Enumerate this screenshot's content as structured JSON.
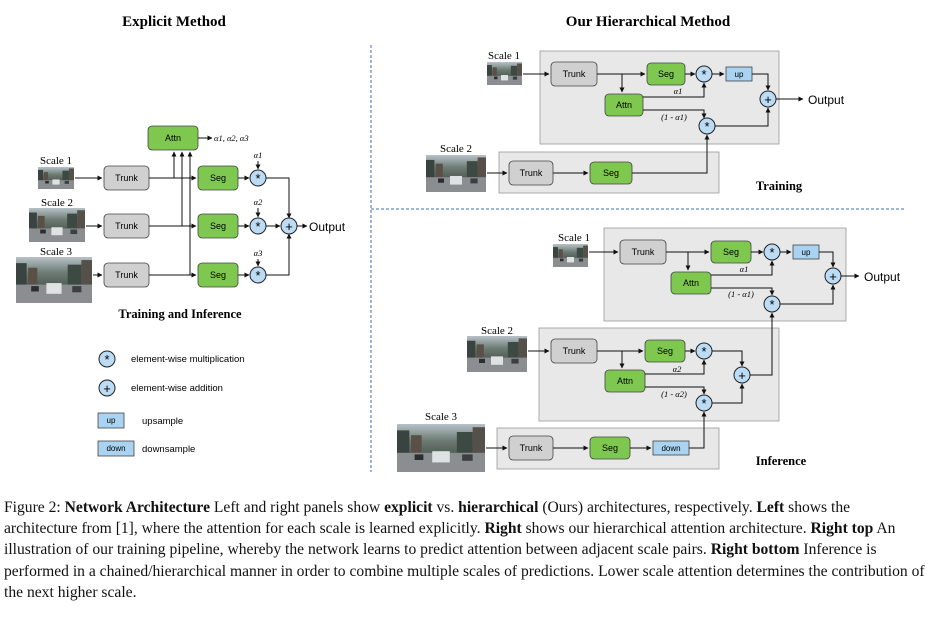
{
  "titles": {
    "left": "Explicit Method",
    "right": "Our Hierarchical Method",
    "left_sub": "Training and Inference",
    "right_top_sub": "Training",
    "right_bottom_sub": "Inference"
  },
  "scales": {
    "s1": "Scale 1",
    "s2": "Scale 2",
    "s3": "Scale 3"
  },
  "blocks": {
    "trunk": "Trunk",
    "seg": "Seg",
    "attn": "Attn",
    "up": "up",
    "down": "down"
  },
  "ops": {
    "mul": "*",
    "add": "+"
  },
  "output": "Output",
  "left_labels": {
    "attn_out": "α1, α2, α3",
    "a1": "α1",
    "a2": "α2",
    "a3": "α3"
  },
  "right_labels": {
    "a1": "α1",
    "one_minus_a1": "(1 - α1)",
    "a2": "α2",
    "one_minus_a2": "(1 - α2)"
  },
  "legend": {
    "mul": "element-wise multiplication",
    "add": "element-wise addition",
    "up": "upsample",
    "down": "downsample"
  },
  "caption": {
    "prefix": "Figure 2: ",
    "heading": "Network Architecture",
    "s1": " Left and right panels show ",
    "explicit": "explicit",
    "s2": " vs. ",
    "hierarchical": "hierarchical",
    "s3": " (Ours) architectures, respectively.",
    "left_label": "Left",
    "s4": " shows the architecture from  [1], where the attention for each scale is learned explicitly. ",
    "right_label": "Right",
    "s5": " shows our hierarchical attention architecture. ",
    "right_top": "Right top",
    "s6": " An illustration of our training pipeline, whereby the network learns to predict attention between adjacent scale pairs. ",
    "right_bottom": "Right bottom",
    "s7": " Inference is performed in a chained/hierarchical manner in order to combine multiple scales of predictions. Lower scale attention determines the contribution of the next higher scale."
  },
  "colors": {
    "trunk": "#d0d0d0",
    "seg": "#7ec850",
    "up": "#a9d3f0",
    "op": "#bcdcf5",
    "panel": "#e8e8e8",
    "divider": "#3f6fb5"
  }
}
